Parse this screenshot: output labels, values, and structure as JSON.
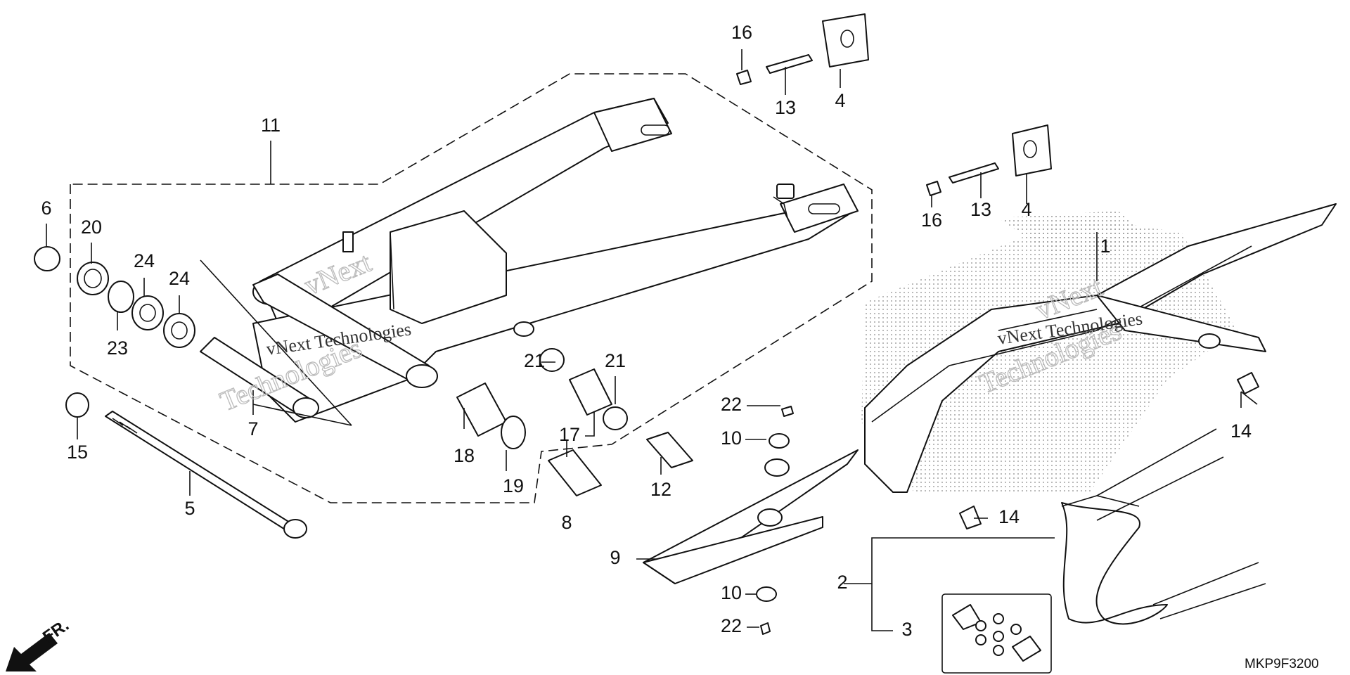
{
  "diagram": {
    "part_code": "MKP9F3200",
    "front_marker": "FR.",
    "watermark": [
      "vNext Technologies",
      "vNext",
      "Technologies"
    ],
    "callouts": {
      "c1": "1",
      "c2": "2",
      "c3": "3",
      "c4a": "4",
      "c4b": "4",
      "c5": "5",
      "c6": "6",
      "c7": "7",
      "c8": "8",
      "c9": "9",
      "c10a": "10",
      "c10b": "10",
      "c11": "11",
      "c12": "12",
      "c13a": "13",
      "c13b": "13",
      "c14a": "14",
      "c14b": "14",
      "c15": "15",
      "c16a": "16",
      "c16b": "16",
      "c17": "17",
      "c18": "18",
      "c19": "19",
      "c20": "20",
      "c21a": "21",
      "c21b": "21",
      "c22a": "22",
      "c22b": "22",
      "c23": "23",
      "c24a": "24",
      "c24b": "24"
    }
  }
}
